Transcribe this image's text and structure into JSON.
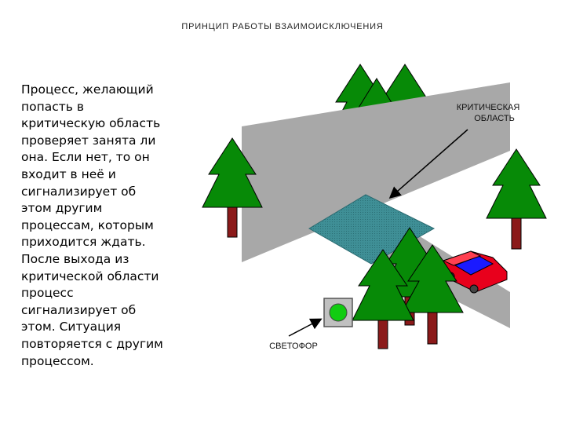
{
  "title": "ПРИНЦИП РАБОТЫ ВЗАИМОИСКЛЮЧЕНИЯ",
  "body_lines": [
    "Процесс, желающий",
    "попасть в",
    "критическую область",
    "проверяет занята ли",
    "она. Если нет, то он",
    "входит в неё и",
    "сигнализирует об",
    "этом другим",
    "процессам, которым",
    "приходится ждать.",
    "После выхода из",
    "критической области",
    "процесс",
    "сигнализирует об",
    "этом. Ситуация",
    "повторяется с другим",
    "процессом."
  ],
  "labels": {
    "critical_line1": "КРИТИЧЕСКАЯ",
    "critical_line2": "ОБЛАСТЬ",
    "traffic_light": "СВЕТОФОР"
  },
  "colors": {
    "road": "#a8a8a8",
    "critical_area": "#3f8f96",
    "tree": "#078a07",
    "trunk": "#8b1a1a",
    "car_red": "#e8001c",
    "car_blue": "#1a1aff",
    "signal_green": "#11cc11"
  }
}
